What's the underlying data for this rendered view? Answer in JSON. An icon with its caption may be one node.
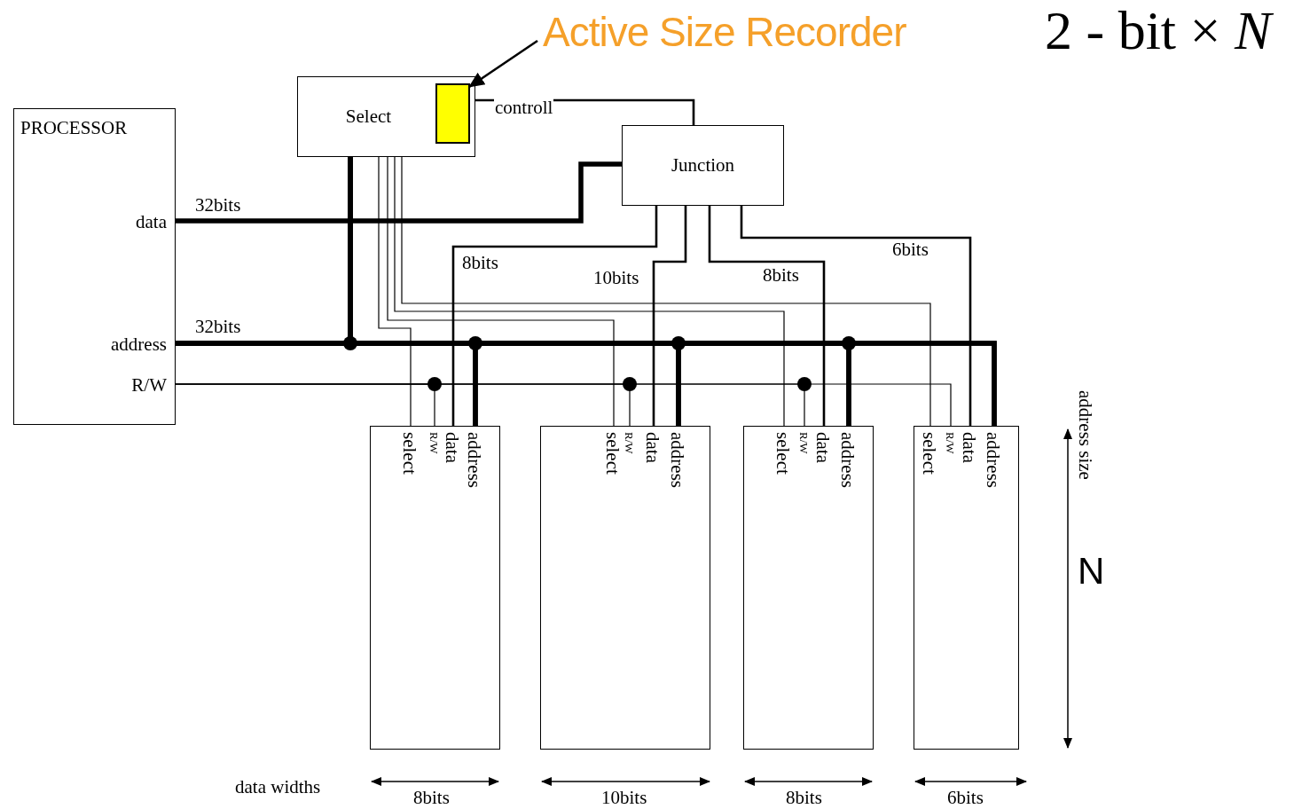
{
  "diagram": {
    "nodes": [
      {
        "text": [
          "PROCESSOR",
          "data",
          "address",
          "R/W"
        ]
      },
      {
        "text": [
          "Select"
        ]
      },
      {
        "text": [],
        "shape": "box",
        "in": 1
      },
      {
        "text": [
          "Active Size Recorder"
        ]
      },
      {
        "text": [
          "Junction"
        ]
      },
      {
        "text": [
          "select",
          "R/W",
          "data",
          "address"
        ]
      },
      {
        "text": [
          "select",
          "R/W",
          "data",
          "address"
        ]
      },
      {
        "text": [
          "select",
          "R/W",
          "data",
          "address"
        ]
      },
      {
        "text": [
          "select",
          "R/W",
          "data",
          "address"
        ]
      }
    ],
    "edges": [
      {
        "from": 3,
        "to": 2,
        "arrow": "to"
      },
      {
        "from": 1,
        "to": 4,
        "arrow": "none",
        "label": "controll"
      },
      {
        "from": 0,
        "to": 4,
        "arrow": "none",
        "label": "32bits",
        "style": "thick"
      },
      {
        "from": 0,
        "to": 5,
        "arrow": "none",
        "label": "32bits",
        "style": "thick"
      },
      {
        "from": 0,
        "to": 6,
        "arrow": "none",
        "style": "thick"
      },
      {
        "from": 0,
        "to": 7,
        "arrow": "none",
        "style": "thick"
      },
      {
        "from": 0,
        "to": 8,
        "arrow": "none",
        "style": "thick"
      },
      {
        "from": 1,
        "to": 5,
        "arrow": "none",
        "style": "thick"
      },
      {
        "from": 1,
        "to": 6,
        "arrow": "none",
        "style": "thick"
      },
      {
        "from": 1,
        "to": 7,
        "arrow": "none",
        "style": "thick"
      },
      {
        "from": 1,
        "to": 8,
        "arrow": "none",
        "style": "thick"
      },
      {
        "from": 0,
        "to": 5,
        "arrow": "none"
      },
      {
        "from": 0,
        "to": 6,
        "arrow": "none"
      },
      {
        "from": 0,
        "to": 7,
        "arrow": "none"
      },
      {
        "from": 0,
        "to": 8,
        "arrow": "none"
      },
      {
        "from": 1,
        "to": 5,
        "arrow": "none"
      },
      {
        "from": 1,
        "to": 6,
        "arrow": "none"
      },
      {
        "from": 1,
        "to": 7,
        "arrow": "none"
      },
      {
        "from": 1,
        "to": 8,
        "arrow": "none"
      },
      {
        "from": 4,
        "to": 5,
        "arrow": "none",
        "label": "8bits"
      },
      {
        "from": 4,
        "to": 6,
        "arrow": "none",
        "label": "10bits"
      },
      {
        "from": 4,
        "to": 7,
        "arrow": "none",
        "label": "8bits"
      },
      {
        "from": 4,
        "to": 8,
        "arrow": "none",
        "label": "6bits"
      }
    ],
    "labels": [
      "2 - bit × *N*",
      "address size",
      "N",
      "data widths",
      "8bits",
      "10bits",
      "8bits",
      "6bits"
    ]
  }
}
